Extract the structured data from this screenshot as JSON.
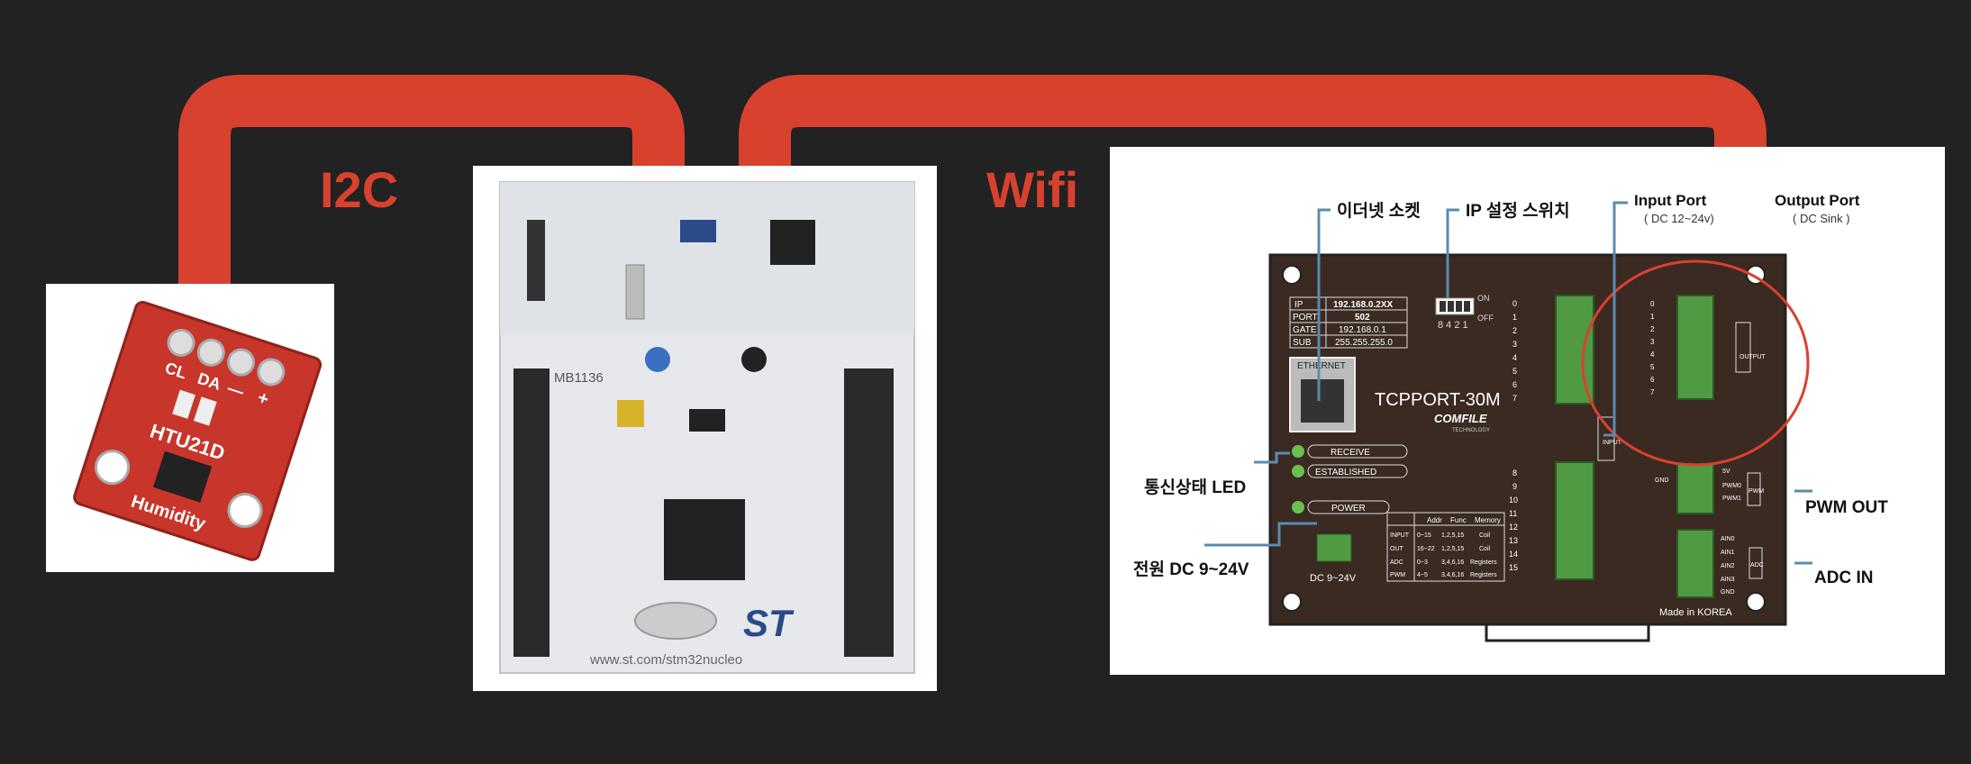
{
  "colors": {
    "background": "#222222",
    "arrow": "#d9412f",
    "sensor_pcb": "#c7352b",
    "tcp_panel": "#3a2a22",
    "terminal_green": "#4f9a42",
    "callout_line": "#5b8bb0",
    "highlight_circle": "#d9412f"
  },
  "links": {
    "i2c_label": "I2C",
    "wifi_label": "Wifi"
  },
  "sensor": {
    "pins": [
      "CL",
      "DA",
      "—",
      "+"
    ],
    "chip_label": "HTU21D",
    "bottom_label": "Humidity"
  },
  "nucleo": {
    "board_id": "MB1136",
    "url_text": "www.st.com/stm32nucleo",
    "logo_text": "ST"
  },
  "tcpport": {
    "model": "TCPPORT-30M",
    "brand": "COMFILE",
    "brand_sub": "TECHNOLOGY",
    "made_in": "Made in KOREA",
    "net_settings": [
      {
        "key": "IP",
        "value": "192.168.0.2XX"
      },
      {
        "key": "PORT",
        "value": "502"
      },
      {
        "key": "GATE",
        "value": "192.168.0.1"
      },
      {
        "key": "SUB",
        "value": "255.255.255.0"
      }
    ],
    "ethernet_label": "ETHERNET",
    "led_receive": "RECEIVE",
    "led_established": "ESTABLISHED",
    "led_power": "POWER",
    "dc_label": "DC 9~24V",
    "dip_on": "ON",
    "dip_off": "OFF",
    "dip_numbers": "8 4 2 1",
    "input_tag": "INPUT",
    "output_tag": "OUTPUT",
    "pwm_tag": "PWM",
    "adc_tag": "ADC",
    "input_pins_a": [
      "0",
      "1",
      "2",
      "3",
      "4",
      "5",
      "6",
      "7"
    ],
    "input_pins_b": [
      "8",
      "9",
      "10",
      "11",
      "12",
      "13",
      "14",
      "15"
    ],
    "output_pins": [
      "0",
      "1",
      "2",
      "3",
      "4",
      "5",
      "6",
      "7"
    ],
    "pwm_pins": [
      "5V",
      "PWM0",
      "PWM1",
      "GND"
    ],
    "adc_pins": [
      "AIN0",
      "AIN1",
      "AIN2",
      "AIN3",
      "GND"
    ],
    "memory_table": {
      "headers": [
        "",
        "Addr",
        "Func",
        "Memory"
      ],
      "rows": [
        [
          "INPUT",
          "0~15",
          "1,2,5,15",
          "Coil"
        ],
        [
          "OUT",
          "16~22",
          "1,2,5,15",
          "Coil"
        ],
        [
          "ADC",
          "0~3",
          "3,4,6,16",
          "Registers"
        ],
        [
          "PWM",
          "4~5",
          "3,4,6,16",
          "Registers"
        ]
      ]
    },
    "callouts": {
      "ethernet_socket": "이더넷 소켓",
      "ip_switch": "IP 설정 스위치",
      "input_port": "Input Port",
      "input_port_sub": "( DC 12~24v)",
      "output_port": "Output Port",
      "output_port_sub": "( DC Sink )",
      "comm_led": "통신상태 LED",
      "power": "전원 DC 9~24V",
      "pwm_out": "PWM OUT",
      "adc_in": "ADC IN"
    }
  }
}
